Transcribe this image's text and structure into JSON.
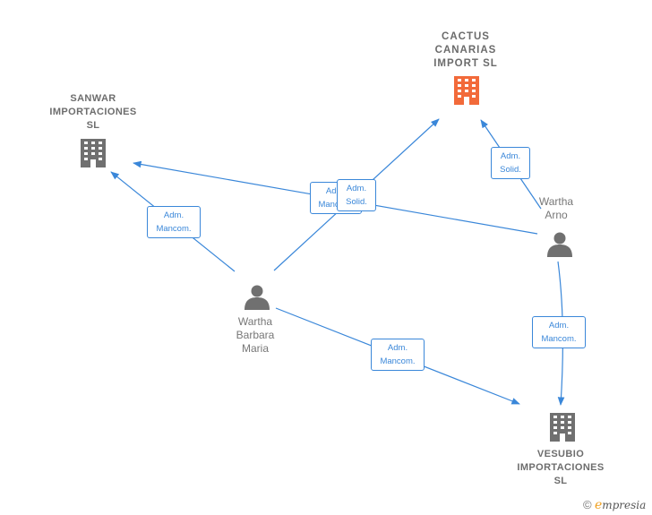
{
  "nodes": {
    "cactus": {
      "lines": [
        "CACTUS",
        "CANARIAS",
        "IMPORT  SL"
      ],
      "icon": "building-icon",
      "color": "#f26a3a"
    },
    "sanwar": {
      "lines": [
        "SANWAR",
        "IMPORTACIONES",
        "SL"
      ],
      "icon": "building-icon",
      "color": "#707070"
    },
    "vesubio": {
      "lines": [
        "VESUBIO",
        "IMPORTACIONES",
        "SL"
      ],
      "icon": "building-icon",
      "color": "#707070"
    },
    "arno": {
      "lines": [
        "Wartha",
        "Arno"
      ],
      "icon": "person-icon",
      "color": "#707070"
    },
    "barbara": {
      "lines": [
        "Wartha",
        "Barbara",
        "Maria"
      ],
      "icon": "person-icon",
      "color": "#707070"
    }
  },
  "edges": [
    {
      "id": "barbara-sanwar",
      "lines": [
        "Adm.",
        "Mancom."
      ]
    },
    {
      "id": "arno-sanwar",
      "lines": [
        "Adm.",
        "Mancom."
      ]
    },
    {
      "id": "barbara-cactus",
      "lines": [
        "Adm.",
        "Solid."
      ]
    },
    {
      "id": "arno-cactus",
      "lines": [
        "Adm.",
        "Solid."
      ]
    },
    {
      "id": "arno-vesubio",
      "lines": [
        "Adm.",
        "Mancom."
      ]
    },
    {
      "id": "barbara-vesubio",
      "lines": [
        "Adm.",
        "Mancom."
      ]
    }
  ],
  "colors": {
    "edge": "#3a87d9",
    "label": "#6d6d6d"
  },
  "footer": {
    "copyright": "©",
    "brand_initial": "e",
    "brand_rest": "mpresia"
  }
}
